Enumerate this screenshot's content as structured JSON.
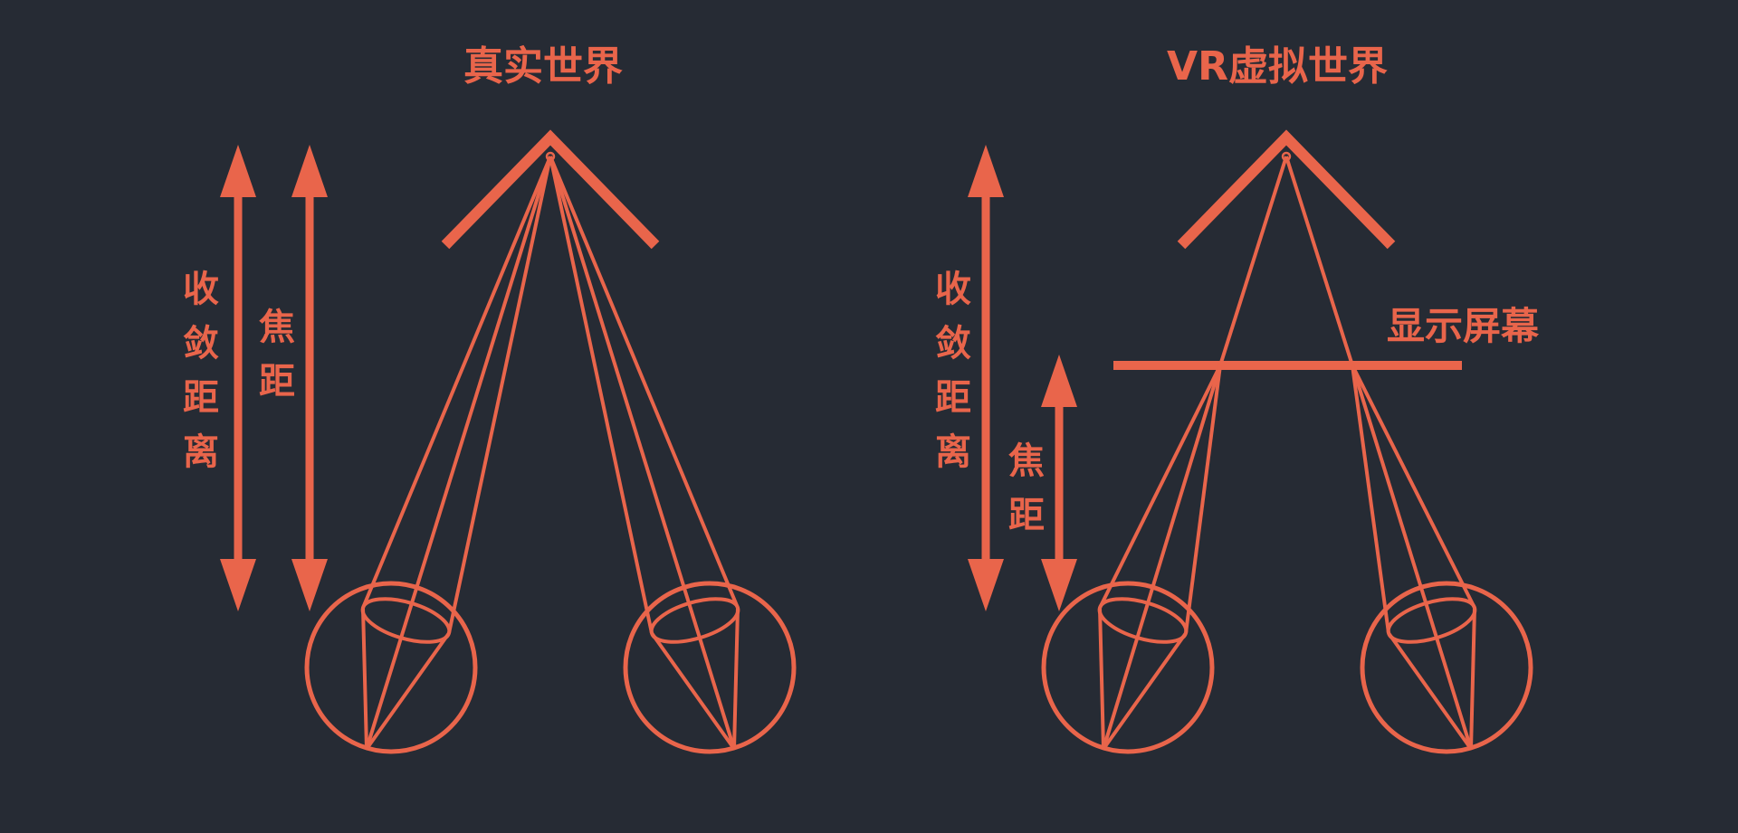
{
  "colors": {
    "background": "#262b34",
    "accent": "#e9654b"
  },
  "real_world": {
    "title": "真实世界",
    "vergence_label": "收敛距离",
    "focal_label": "焦距"
  },
  "vr_world": {
    "title": "VR虚拟世界",
    "vergence_label": "收敛距离",
    "focal_label": "焦距",
    "screen_label": "显示屏幕"
  }
}
